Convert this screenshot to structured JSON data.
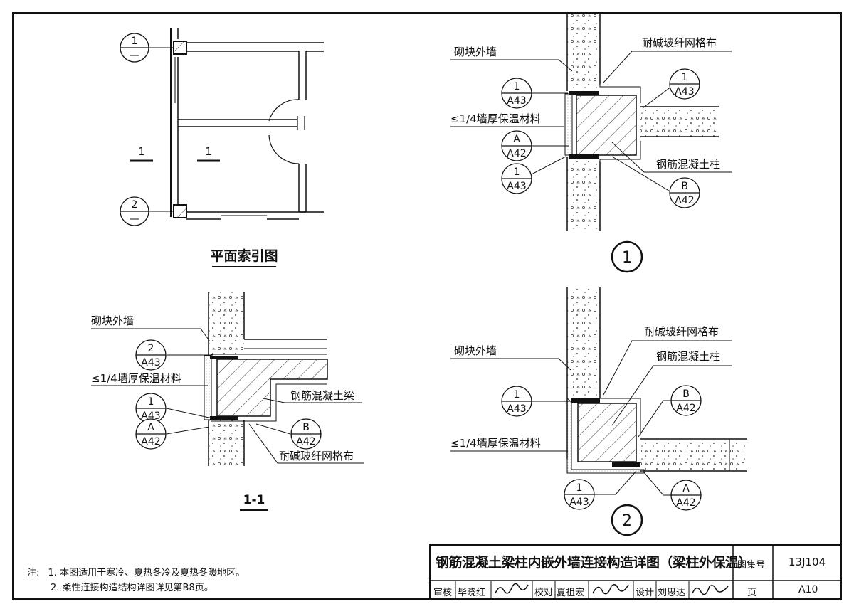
{
  "plan": {
    "title": "平面索引图",
    "section_mark_left": "1",
    "section_mark_right": "1",
    "index1": {
      "top": "1",
      "bottom": "—"
    },
    "index2": {
      "top": "2",
      "bottom": "—"
    }
  },
  "section": {
    "title": "1-1",
    "label_wall": "砌块外墙",
    "label_insul": "≤1/4墙厚保温材料",
    "label_beam": "钢筋混凝土梁",
    "label_mesh": "耐碱玻纤网格布",
    "ref_2_a43": {
      "top": "2",
      "bottom": "A43"
    },
    "ref_1_a43": {
      "top": "1",
      "bottom": "A43"
    },
    "ref_a_a42": {
      "top": "A",
      "bottom": "A42"
    },
    "ref_b_a42": {
      "top": "B",
      "bottom": "A42"
    }
  },
  "detail1": {
    "number": "1",
    "label_wall": "砌块外墙",
    "label_mesh": "耐碱玻纤网格布",
    "label_insul": "≤1/4墙厚保温材料",
    "label_column": "钢筋混凝土柱",
    "ref_1_a43_top": {
      "top": "1",
      "bottom": "A43"
    },
    "ref_1_a43_right": {
      "top": "1",
      "bottom": "A43"
    },
    "ref_a_a42": {
      "top": "A",
      "bottom": "A42"
    },
    "ref_1_a43_low": {
      "top": "1",
      "bottom": "A43"
    },
    "ref_b_a42": {
      "top": "B",
      "bottom": "A42"
    }
  },
  "detail2": {
    "number": "2",
    "label_mesh": "耐碱玻纤网格布",
    "label_column": "钢筋混凝土柱",
    "label_wall": "砌块外墙",
    "label_insul": "≤1/4墙厚保温材料",
    "ref_1_a43_left": {
      "top": "1",
      "bottom": "A43"
    },
    "ref_b_a42": {
      "top": "B",
      "bottom": "A42"
    },
    "ref_1_a43_bottom": {
      "top": "1",
      "bottom": "A43"
    },
    "ref_a_a42": {
      "top": "A",
      "bottom": "A42"
    }
  },
  "notes": {
    "prefix": "注:",
    "line1": "1. 本图适用于寒冷、夏热冬冷及夏热冬暖地区。",
    "line2": "2. 柔性连接构造结构详图详见第B8页。"
  },
  "title_block": {
    "drawing_title": "钢筋混凝土梁柱内嵌外墙连接构造详图（梁柱外保温）",
    "atlas_label": "图集号",
    "atlas_no": "13J104",
    "review_label": "审核",
    "reviewer": "毕晓红",
    "check_label": "校对",
    "checker": "夏祖宏",
    "design_label": "设计",
    "designer": "刘思达",
    "page_label": "页",
    "page_no": "A10"
  }
}
